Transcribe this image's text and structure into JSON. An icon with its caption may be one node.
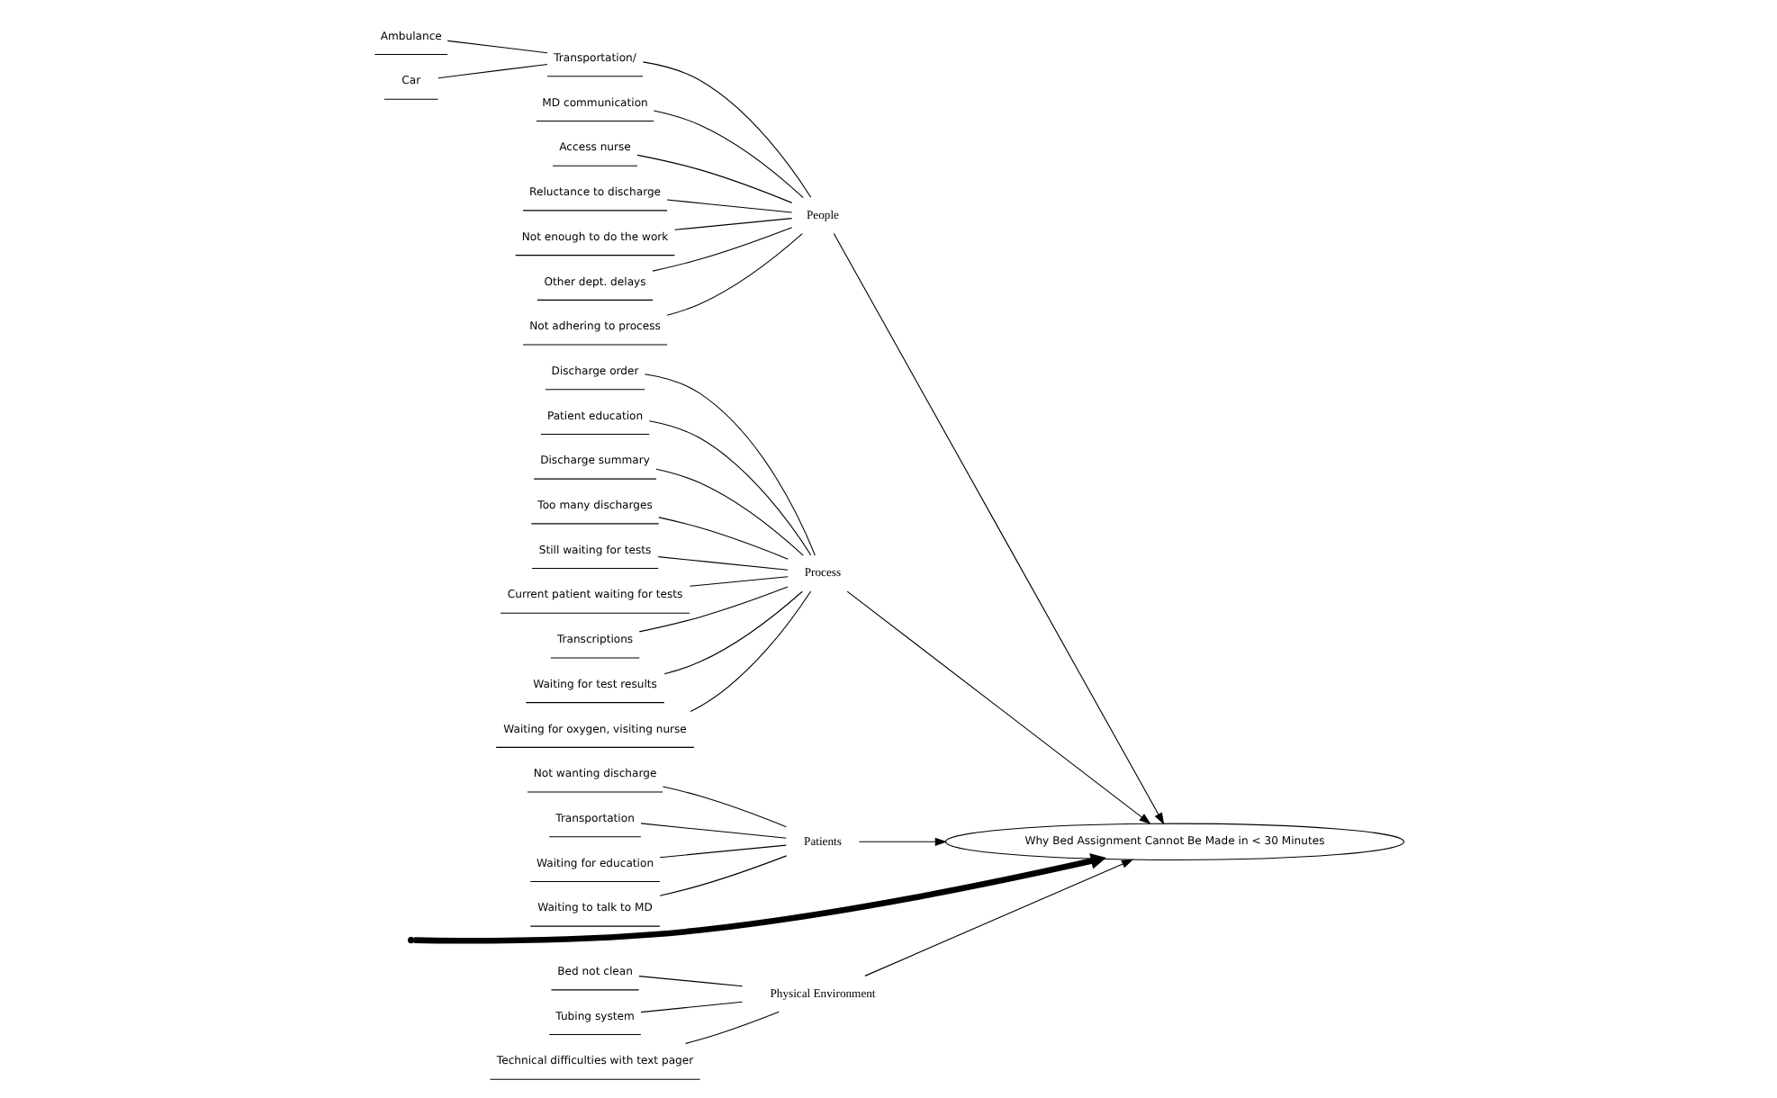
{
  "diagram": {
    "nodes": [
      {
        "text": [
          "Physical Environment"
        ]
      },
      {
        "text": [
          "Bed not clean"
        ]
      },
      {
        "text": [
          "Tubing system"
        ]
      },
      {
        "text": [
          "Technical difficulties with text pager"
        ]
      },
      {
        "text": [
          "People"
        ]
      },
      {
        "text": [
          "Transportation/"
        ]
      },
      {
        "text": [
          "Ambulance"
        ]
      },
      {
        "text": [
          "Car"
        ]
      },
      {
        "text": [
          "MD communication"
        ]
      },
      {
        "text": [
          "Access nurse"
        ]
      },
      {
        "text": [
          "Reluctance to discharge"
        ]
      },
      {
        "text": [
          "Not enough to do the work"
        ]
      },
      {
        "text": [
          "Other dept. delays"
        ]
      },
      {
        "text": [
          "Not adhering to process"
        ]
      },
      {
        "text": [
          "Process"
        ]
      },
      {
        "text": [
          "Discharge order"
        ]
      },
      {
        "text": [
          "Patient education"
        ]
      },
      {
        "text": [
          "Discharge summary"
        ]
      },
      {
        "text": [
          "Too many discharges"
        ]
      },
      {
        "text": [
          "Still waiting for tests"
        ]
      },
      {
        "text": [
          "Current patient waiting for tests"
        ]
      },
      {
        "text": [
          "Transcriptions"
        ]
      },
      {
        "text": [
          "Waiting for test results"
        ]
      },
      {
        "text": [
          "Waiting for oxygen, visiting nurse"
        ]
      },
      {
        "text": [
          "Patients"
        ]
      },
      {
        "text": [
          "Not wanting discharge"
        ]
      },
      {
        "text": [
          "Transportation"
        ]
      },
      {
        "text": [
          "Waiting for education"
        ]
      },
      {
        "text": [
          "Waiting to talk to MD"
        ]
      },
      {
        "text": [
          "Why Bed Assignment Cannot Be Made in < 30 Minutes"
        ]
      }
    ],
    "edges": [
      {
        "from": 1,
        "to": 0,
        "arrow": "none"
      },
      {
        "from": 2,
        "to": 0,
        "arrow": "none"
      },
      {
        "from": 3,
        "to": 0,
        "arrow": "none"
      },
      {
        "from": 6,
        "to": 5,
        "arrow": "none"
      },
      {
        "from": 7,
        "to": 5,
        "arrow": "none"
      },
      {
        "from": 5,
        "to": 4,
        "arrow": "none"
      },
      {
        "from": 8,
        "to": 4,
        "arrow": "none"
      },
      {
        "from": 9,
        "to": 4,
        "arrow": "none"
      },
      {
        "from": 10,
        "to": 4,
        "arrow": "none"
      },
      {
        "from": 11,
        "to": 4,
        "arrow": "none"
      },
      {
        "from": 12,
        "to": 4,
        "arrow": "none"
      },
      {
        "from": 13,
        "to": 4,
        "arrow": "none"
      },
      {
        "from": 15,
        "to": 14,
        "arrow": "none"
      },
      {
        "from": 16,
        "to": 14,
        "arrow": "none"
      },
      {
        "from": 17,
        "to": 14,
        "arrow": "none"
      },
      {
        "from": 18,
        "to": 14,
        "arrow": "none"
      },
      {
        "from": 19,
        "to": 14,
        "arrow": "none"
      },
      {
        "from": 20,
        "to": 14,
        "arrow": "none"
      },
      {
        "from": 21,
        "to": 14,
        "arrow": "none"
      },
      {
        "from": 22,
        "to": 14,
        "arrow": "none"
      },
      {
        "from": 23,
        "to": 14,
        "arrow": "none"
      },
      {
        "from": 25,
        "to": 24,
        "arrow": "none"
      },
      {
        "from": 26,
        "to": 24,
        "arrow": "none"
      },
      {
        "from": 27,
        "to": 24,
        "arrow": "none"
      },
      {
        "from": 28,
        "to": 24,
        "arrow": "none"
      },
      {
        "from": 0,
        "to": 29,
        "arrow": "to"
      },
      {
        "from": 4,
        "to": 29,
        "arrow": "to"
      },
      {
        "from": 14,
        "to": 29,
        "arrow": "to"
      },
      {
        "from": 24,
        "to": 29,
        "arrow": "to"
      },
      {
        "from": null,
        "to": 29,
        "arrow": "to",
        "style": "thick"
      }
    ]
  }
}
